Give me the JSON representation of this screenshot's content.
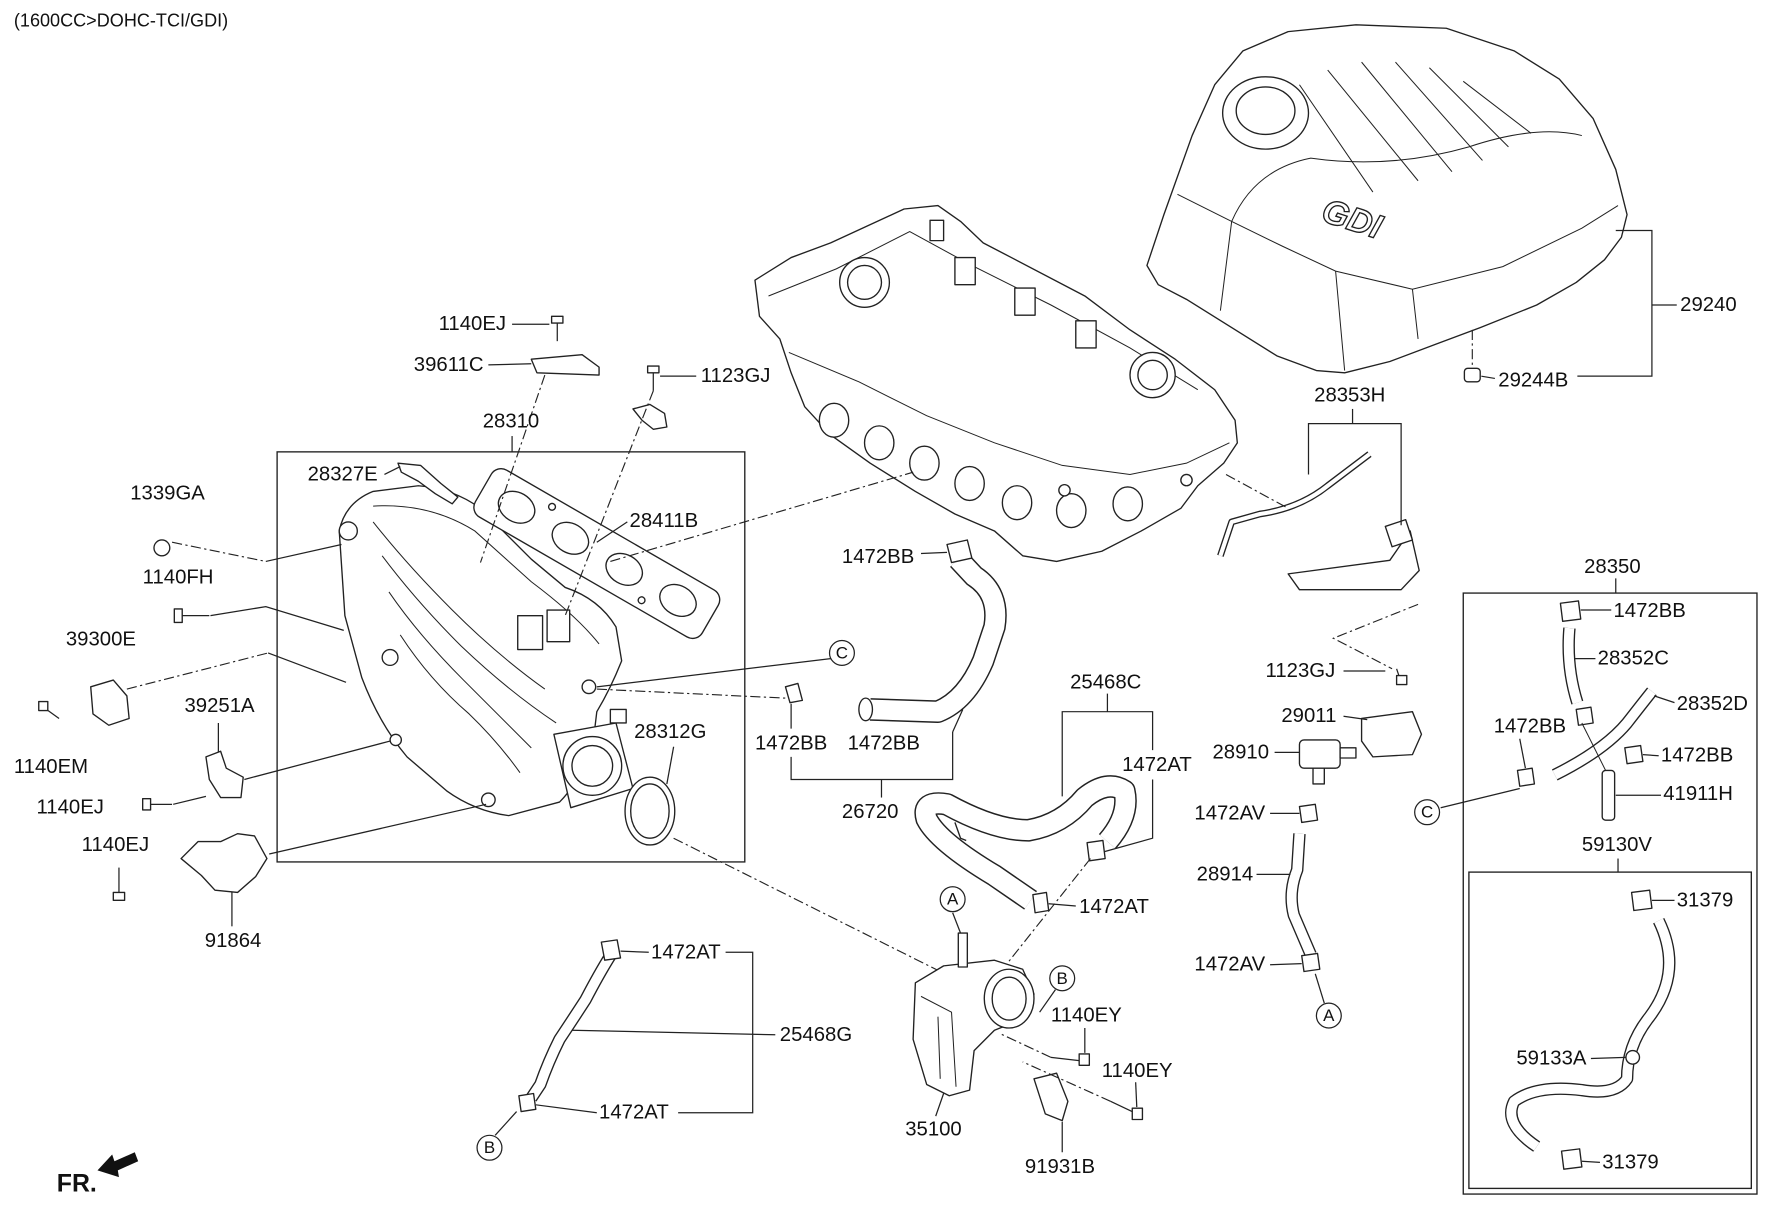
{
  "header": {
    "engine_spec": "(1600CC>DOHC-TCI/GDI)"
  },
  "engine_cover": {
    "logo_text": "GDI"
  },
  "orientation": {
    "front_label": "FR."
  },
  "callouts": {
    "c_manifold": "C",
    "a_throttle": "A",
    "b_throttle": "B",
    "b_hose": "B",
    "a_hose": "A",
    "c_pcv": "C"
  },
  "labels": {
    "bolt_1140ej_top": "1140EJ",
    "bracket_39611c": "39611C",
    "bolt_1123gj_left": "1123GJ",
    "manifold_28310": "28310",
    "sensor_28327e": "28327E",
    "nut_1339ga": "1339GA",
    "gasket_28411b": "28411B",
    "bolt_1140fh": "1140FH",
    "sensor_39300e": "39300E",
    "sensor_39251a": "39251A",
    "bolt_1140em": "1140EM",
    "bolt_1140ej_mid": "1140EJ",
    "bolt_1140ej_low": "1140EJ",
    "bracket_91864": "91864",
    "gasket_28312g": "28312G",
    "clamp_1472bb_top": "1472BB",
    "clamp_1472bb_left": "1472BB",
    "clamp_1472bb_right": "1472BB",
    "hose_26720": "26720",
    "hose_25468c": "25468C",
    "clamp_1472at_upper": "1472AT",
    "clamp_1472at_lower": "1472AT",
    "bolt_1140ey_upper": "1140EY",
    "bolt_1140ey_lower": "1140EY",
    "throttle_35100": "35100",
    "bracket_91931b": "91931B",
    "clamp_1472at_g_top": "1472AT",
    "hose_25468g": "25468G",
    "clamp_1472at_g_bottom": "1472AT",
    "pipe_28353h": "28353H",
    "bolt_1123gj_right": "1123GJ",
    "cover_29011": "29011",
    "valve_28910": "28910",
    "clamp_1472av_upper": "1472AV",
    "hose_28914": "28914",
    "clamp_1472av_lower": "1472AV",
    "cover_29240": "29240",
    "grommet_29244b": "29244B",
    "assy_28350": "28350",
    "clamp_1472bb_r1": "1472BB",
    "hose_28352c": "28352C",
    "hose_28352d": "28352D",
    "clamp_1472bb_r2": "1472BB",
    "clamp_1472bb_r3": "1472BB",
    "connector_41911h": "41911H",
    "hose_59130v": "59130V",
    "clamp_31379_top": "31379",
    "hose_59133a": "59133A",
    "clamp_31379_bottom": "31379"
  }
}
